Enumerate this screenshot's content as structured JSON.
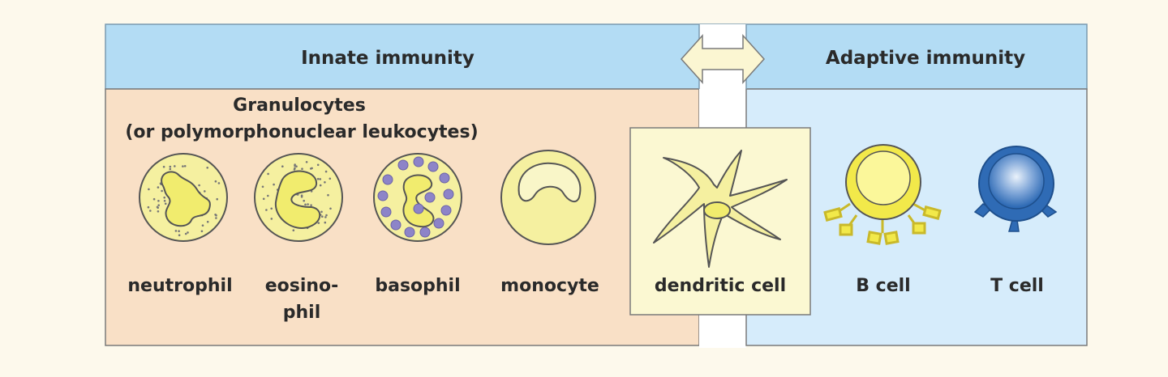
{
  "header": {
    "innate_title": "Innate immunity",
    "adaptive_title": "Adaptive immunity"
  },
  "granulocytes": {
    "title_line1": "Granulocytes",
    "title_line2": "(or polymorphonuclear leukocytes)"
  },
  "cells": {
    "neutrophil": "neutrophil",
    "eosinophil_line1": "eosino-",
    "eosinophil_line2": "phil",
    "basophil": "basophil",
    "monocyte": "monocyte",
    "dendritic": "dendritic cell",
    "b_cell": "B cell",
    "t_cell": "T cell"
  },
  "colors": {
    "header_blue": "#b3dcf4",
    "innate_peach": "#f9e0c6",
    "adaptive_blue": "#d6ecfb",
    "cell_yellow": "#f5f0a0",
    "dendritic_box": "#fbf8d2",
    "granule_purple": "#8d84c8",
    "t_cell_blue": "#2f6bb5"
  }
}
